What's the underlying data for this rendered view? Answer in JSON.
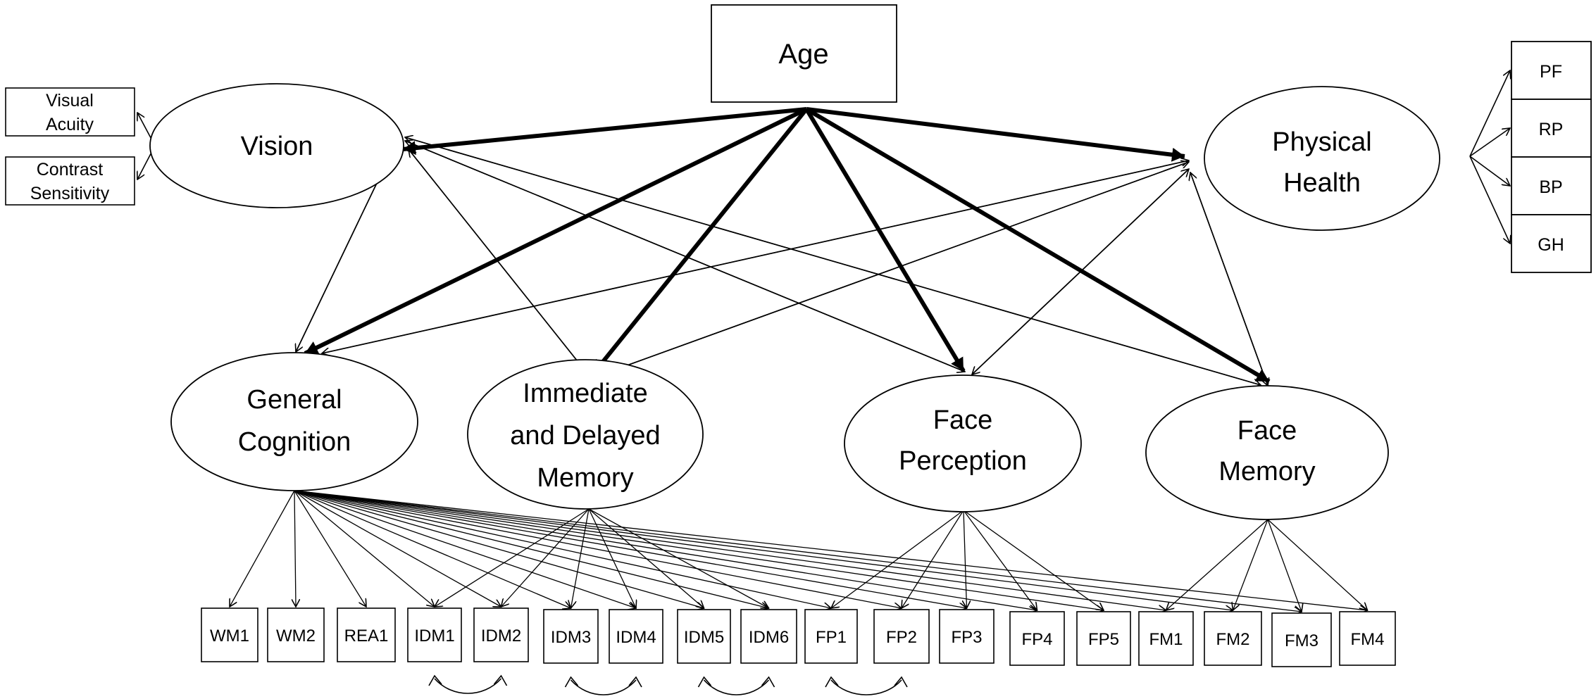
{
  "age": {
    "label": "Age"
  },
  "latent": {
    "vision": {
      "lines": [
        "Vision"
      ]
    },
    "physical_health": {
      "lines": [
        "Physical",
        "Health"
      ]
    },
    "general_cognition": {
      "lines": [
        "General",
        "Cognition"
      ]
    },
    "immediate_delayed_memory": {
      "lines": [
        "Immediate",
        "and Delayed",
        "Memory"
      ]
    },
    "face_perception": {
      "lines": [
        "Face",
        "Perception"
      ]
    },
    "face_memory": {
      "lines": [
        "Face",
        "Memory"
      ]
    }
  },
  "vision_indicators": [
    {
      "lines": [
        "Visual",
        "Acuity"
      ]
    },
    {
      "lines": [
        "Contrast",
        "Sensitivity"
      ]
    }
  ],
  "health_indicators": [
    "PF",
    "RP",
    "BP",
    "GH"
  ],
  "observed": [
    "WM1",
    "WM2",
    "REA1",
    "IDM1",
    "IDM2",
    "IDM3",
    "IDM4",
    "IDM5",
    "IDM6",
    "FP1",
    "FP2",
    "FP3",
    "FP4",
    "FP5",
    "FM1",
    "FM2",
    "FM3",
    "FM4"
  ]
}
